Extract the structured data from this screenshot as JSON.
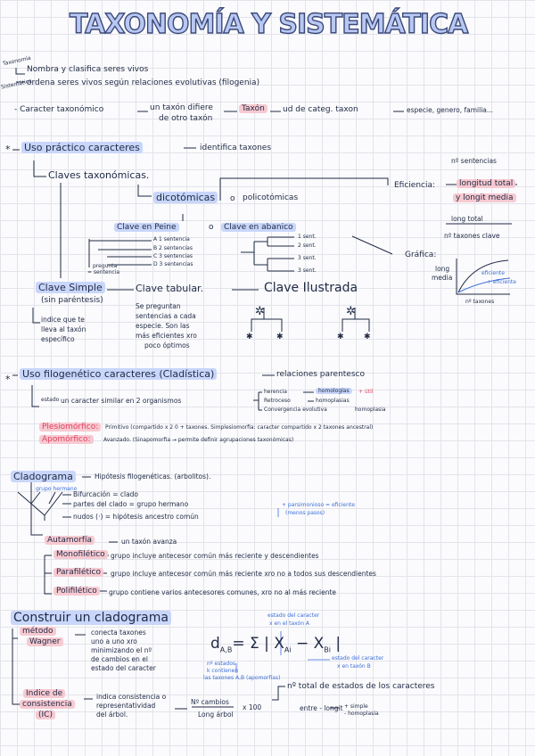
{
  "title": "TAXONOMÍA Y SISTEMÁTICA",
  "intro": {
    "tax_label": "Taxonomía",
    "tax_line": "Nombra y clasifica seres vivos",
    "sis_label": "Sistemática",
    "sis_line": "ordena seres vivos según relaciones evolutivas (filogenia)",
    "caracter": "- Caracter taxonómico",
    "caracter_mid": "un taxón difiere",
    "caracter_mid2": "de otro taxón",
    "taxon": "Taxón",
    "caracter_end": "ud de categ. taxon",
    "caracter_tail": "especie, genero, familia..."
  },
  "uso_practico": {
    "header": "Uso práctico caracteres",
    "header_tail": "identifica taxones",
    "claves": "Claves taxonómicas.",
    "dicot": "dicotómicas",
    "o": "o",
    "policot": "policotómicas",
    "peine": "Clave en Peine",
    "o2": "o",
    "abanico": "Clave en abanico",
    "peine_items": [
      "A 1 sentencia",
      "B 2 sentencias",
      "C 3 sentencias",
      "D 3 sentencias"
    ],
    "abanico_items": [
      "1 sent.",
      "2 sent.",
      "3 sent.",
      "3 sent."
    ],
    "pregunta": "pregunta",
    "sentencia": "= sentencia",
    "simple": "Clave Simple",
    "simple_sub": "(sin paréntesis)",
    "simple_note": [
      "indice que te",
      "lleva al taxón",
      "específico"
    ],
    "tabular": "Clave tabular.",
    "tabular_note": [
      "Se preguntan",
      "sentencias a cada",
      "especie. Son las",
      "más eficientes xro",
      "poco óptimos"
    ],
    "ilustrada": "Clave Ilustrada",
    "eficiencia": "Eficiencia:",
    "ef_num": "nº sentencias",
    "ef_top": "longitud total",
    "ef_bottom": "y longit media",
    "lt": "long total",
    "lt_den": "nº taxones clave",
    "grafica": "Gráfica:",
    "g_long": "long",
    "g_media": "media",
    "g_a": "eficiente",
    "g_b": "+ eficiente",
    "g_x": "nº taxones"
  },
  "uso_filo": {
    "header": "Uso filogenético caracteres (Cladística)",
    "header_tail": "relaciones parentesco",
    "estado": "estado",
    "estado_line": "un caracter similar en 2 organismos",
    "herencia": "herencia",
    "homologias": "homologías",
    "util": "+ útil",
    "retroceso": "Retroceso",
    "homoplasias": "homoplasias",
    "convergencia": "Convergencia evolutiva",
    "homoplasia": "homoplasia",
    "plesio": "Plesiomórfico:",
    "plesio_line": "Primitivo (compartido x 2 0 + taxones. Simplesiomorfia: caracter compartido x 2 taxones ancestral)",
    "apo": "Apomórfico:",
    "apo_line": "Avanzado. (Sinapomorfia → permite definir agrupaciones taxonómicas)"
  },
  "cladograma": {
    "title": "Cladograma",
    "title_tail": "Hipótesis filogenéticas. (arbolitos).",
    "b1": "Bifurcación = clado",
    "b2": "partes del clado = grupo hermano",
    "b3": "nudos (·) = hipótesis ancestro común",
    "side1": "+ parsimonioso = eficiente",
    "side2": "(menos pasos)",
    "grupo_h": "grupo hermano",
    "auta": "Autamorfía",
    "auta_line": "un taxón avanza",
    "mono": "Monofilético",
    "mono_line": "grupo incluye antecesor común más reciente y descendientes",
    "para": "Parafilético",
    "para_line": "grupo incluye antecesor común más reciente xro no a todos sus descendientes",
    "poli": "Polifilético",
    "poli_line": "grupo contiene varios antecesores comunes, xro no al más reciente"
  },
  "construir": {
    "title": "Construir un cladograma",
    "metodo": "método",
    "wagner": "Wagner",
    "w_line": [
      "conecta taxones",
      "uno a uno xro",
      "minimizando el nº",
      "de cambios en el",
      "estado del caracter"
    ],
    "formula_d": "d",
    "formula_sub": "A,B",
    "formula_rest": "= Σ | X",
    "formula_a": "Ai",
    "formula_minus": " − X",
    "formula_b": "Bi",
    "formula_end": " |",
    "n_estados": "nº estados",
    "n_estados2": "k contienen",
    "n_estados3": "las taxones A,B (apomorfías)",
    "estado_a": "estado del caracter",
    "estado_a2": "x en el taxón A",
    "estado_b": "estado del caracter",
    "estado_b2": "x en taxón B",
    "ic1": "Indice de",
    "ic2": "consistencia",
    "ic3": "(IC)",
    "ic_line1": "indica consistencia o",
    "ic_line2": "representatividad",
    "ic_line3": "del árbol.",
    "ic_num": "Nº cambios",
    "ic_den": "Long árbol",
    "ic_x": "x 100",
    "ic_total": "nº total de estados de los caracteres",
    "ic_entre": "entre - longit",
    "ic_simple": "+ simple",
    "ic_homo": "- homoplasia"
  }
}
